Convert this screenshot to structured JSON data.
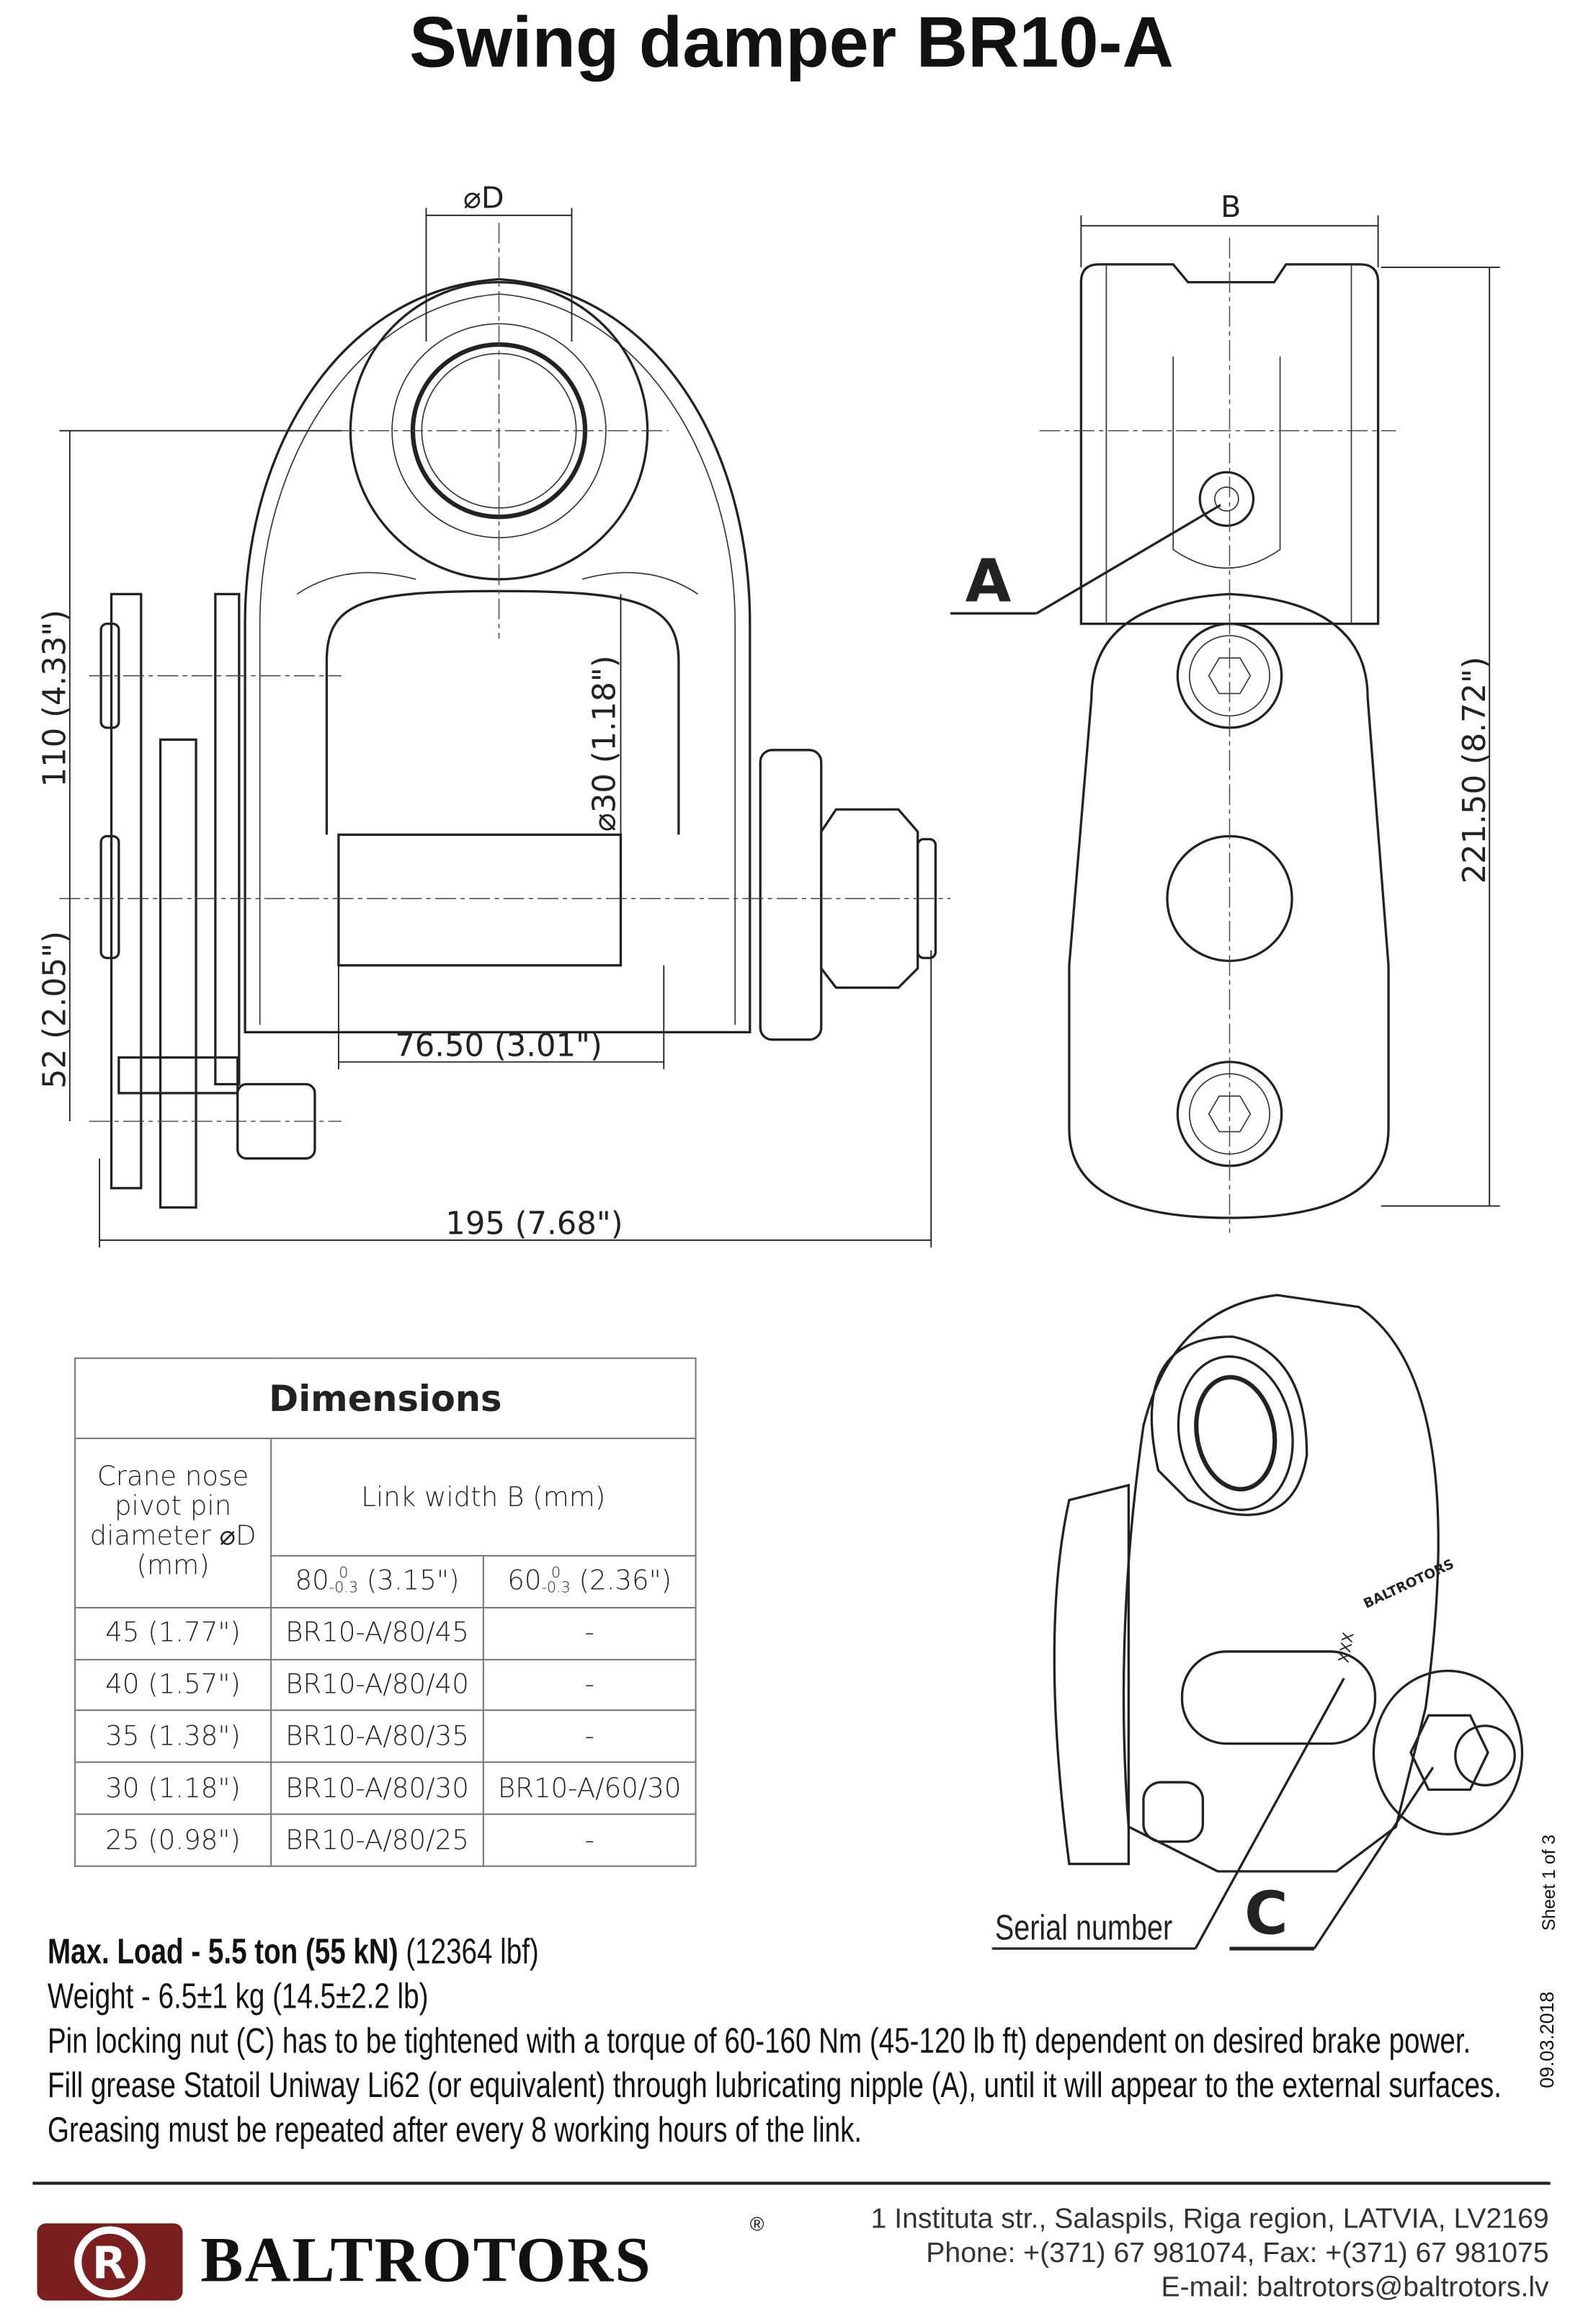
{
  "title": "Swing damper BR10-A",
  "drawing": {
    "dim_D": "⌀D",
    "dim_B": "B",
    "dim_110": "110 (4.33\")",
    "dim_52": "52 (2.05\")",
    "dim_30": "⌀30 (1.18\")",
    "dim_76": "76.50 (3.01\")",
    "dim_195": "195 (7.68\")",
    "dim_221": "221.50 (8.72\")",
    "label_A": "A",
    "label_C": "C",
    "serial_label": "Serial number",
    "serial_marking": "XXX",
    "logo_marking": "BALTROTORS"
  },
  "table": {
    "title": "Dimensions",
    "col1_header": "Crane nose pivot pin diameter ⌀D (mm)",
    "group_header": "Link width B (mm)",
    "col2_header": {
      "nominal": "80",
      "upper": "0",
      "lower": "-0.3",
      "inch": "(3.15\")"
    },
    "col3_header": {
      "nominal": "60",
      "upper": "0",
      "lower": "-0.3",
      "inch": "(2.36\")"
    },
    "rows": [
      [
        "45 (1.77\")",
        "BR10-A/80/45",
        "-"
      ],
      [
        "40 (1.57\")",
        "BR10-A/80/40",
        "-"
      ],
      [
        "35 (1.38\")",
        "BR10-A/80/35",
        "-"
      ],
      [
        "30 (1.18\")",
        "BR10-A/80/30",
        "BR10-A/60/30"
      ],
      [
        "25 (0.98\")",
        "BR10-A/80/25",
        "-"
      ]
    ]
  },
  "notes": {
    "max_load_bold": "Max. Load - 5.5 ton (55 kN)",
    "max_load_extra": " (12364 lbf)",
    "weight": "Weight - 6.5±1 kg (14.5±2.2 lb)",
    "line1": "Pin locking nut (C) has to be tightened with a torque of 60-160 Nm (45-120 lb ft) dependent on desired brake power.",
    "line2": "Fill grease Statoil Uniway Li62 (or equivalent) through lubricating nipple (A), until it will appear to the external surfaces.",
    "line3": "Greasing must be repeated after every 8 working hours of the link."
  },
  "side": {
    "sheet": "Sheet 1 of 3",
    "date": "09.03.2018"
  },
  "footer": {
    "brand": "BALTROTORS",
    "registered": "®",
    "address": "1 Instituta str., Salaspils, Riga region, LATVIA, LV2169",
    "phone": "Phone: +(371) 67 981074, Fax: +(371) 67 981075",
    "email": "E-mail: baltrotors@baltrotors.lv",
    "brand_color": "#7a1e1e"
  }
}
